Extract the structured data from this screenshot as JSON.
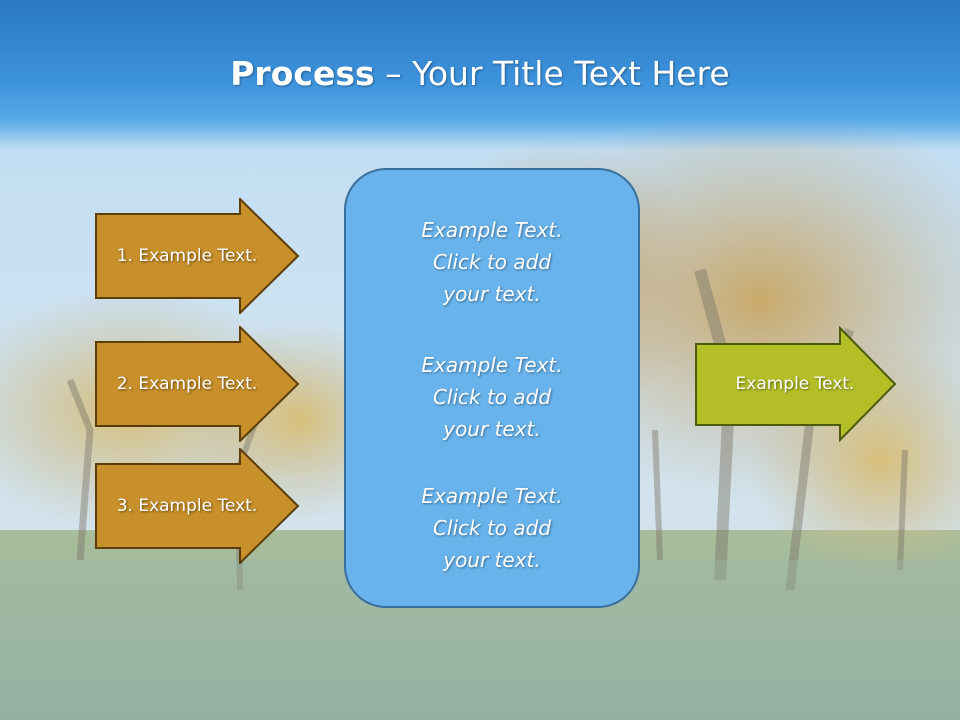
{
  "title": {
    "bold": "Process",
    "rest": " – Your Title Text Here"
  },
  "left_arrows": [
    {
      "label": "1. Example Text."
    },
    {
      "label": "2. Example Text."
    },
    {
      "label": "3. Example Text."
    }
  ],
  "center_box": {
    "paragraphs": [
      {
        "lines": [
          "Example Text.",
          "Click  to add",
          "your text."
        ]
      },
      {
        "lines": [
          "Example Text.",
          "Click  to add",
          "your text."
        ]
      },
      {
        "lines": [
          "Example Text.",
          "Click  to add",
          "your text."
        ]
      }
    ]
  },
  "right_arrow": {
    "label": "Example Text."
  },
  "colors": {
    "left_arrow_fill": "#c8902a",
    "left_arrow_stroke": "#5a3d08",
    "right_arrow_fill": "#b4bf28",
    "right_arrow_stroke": "#4e5a0c",
    "center_fill": "#68b3ec",
    "center_stroke": "#3a6f9e",
    "title_band": "#3d93dc"
  }
}
